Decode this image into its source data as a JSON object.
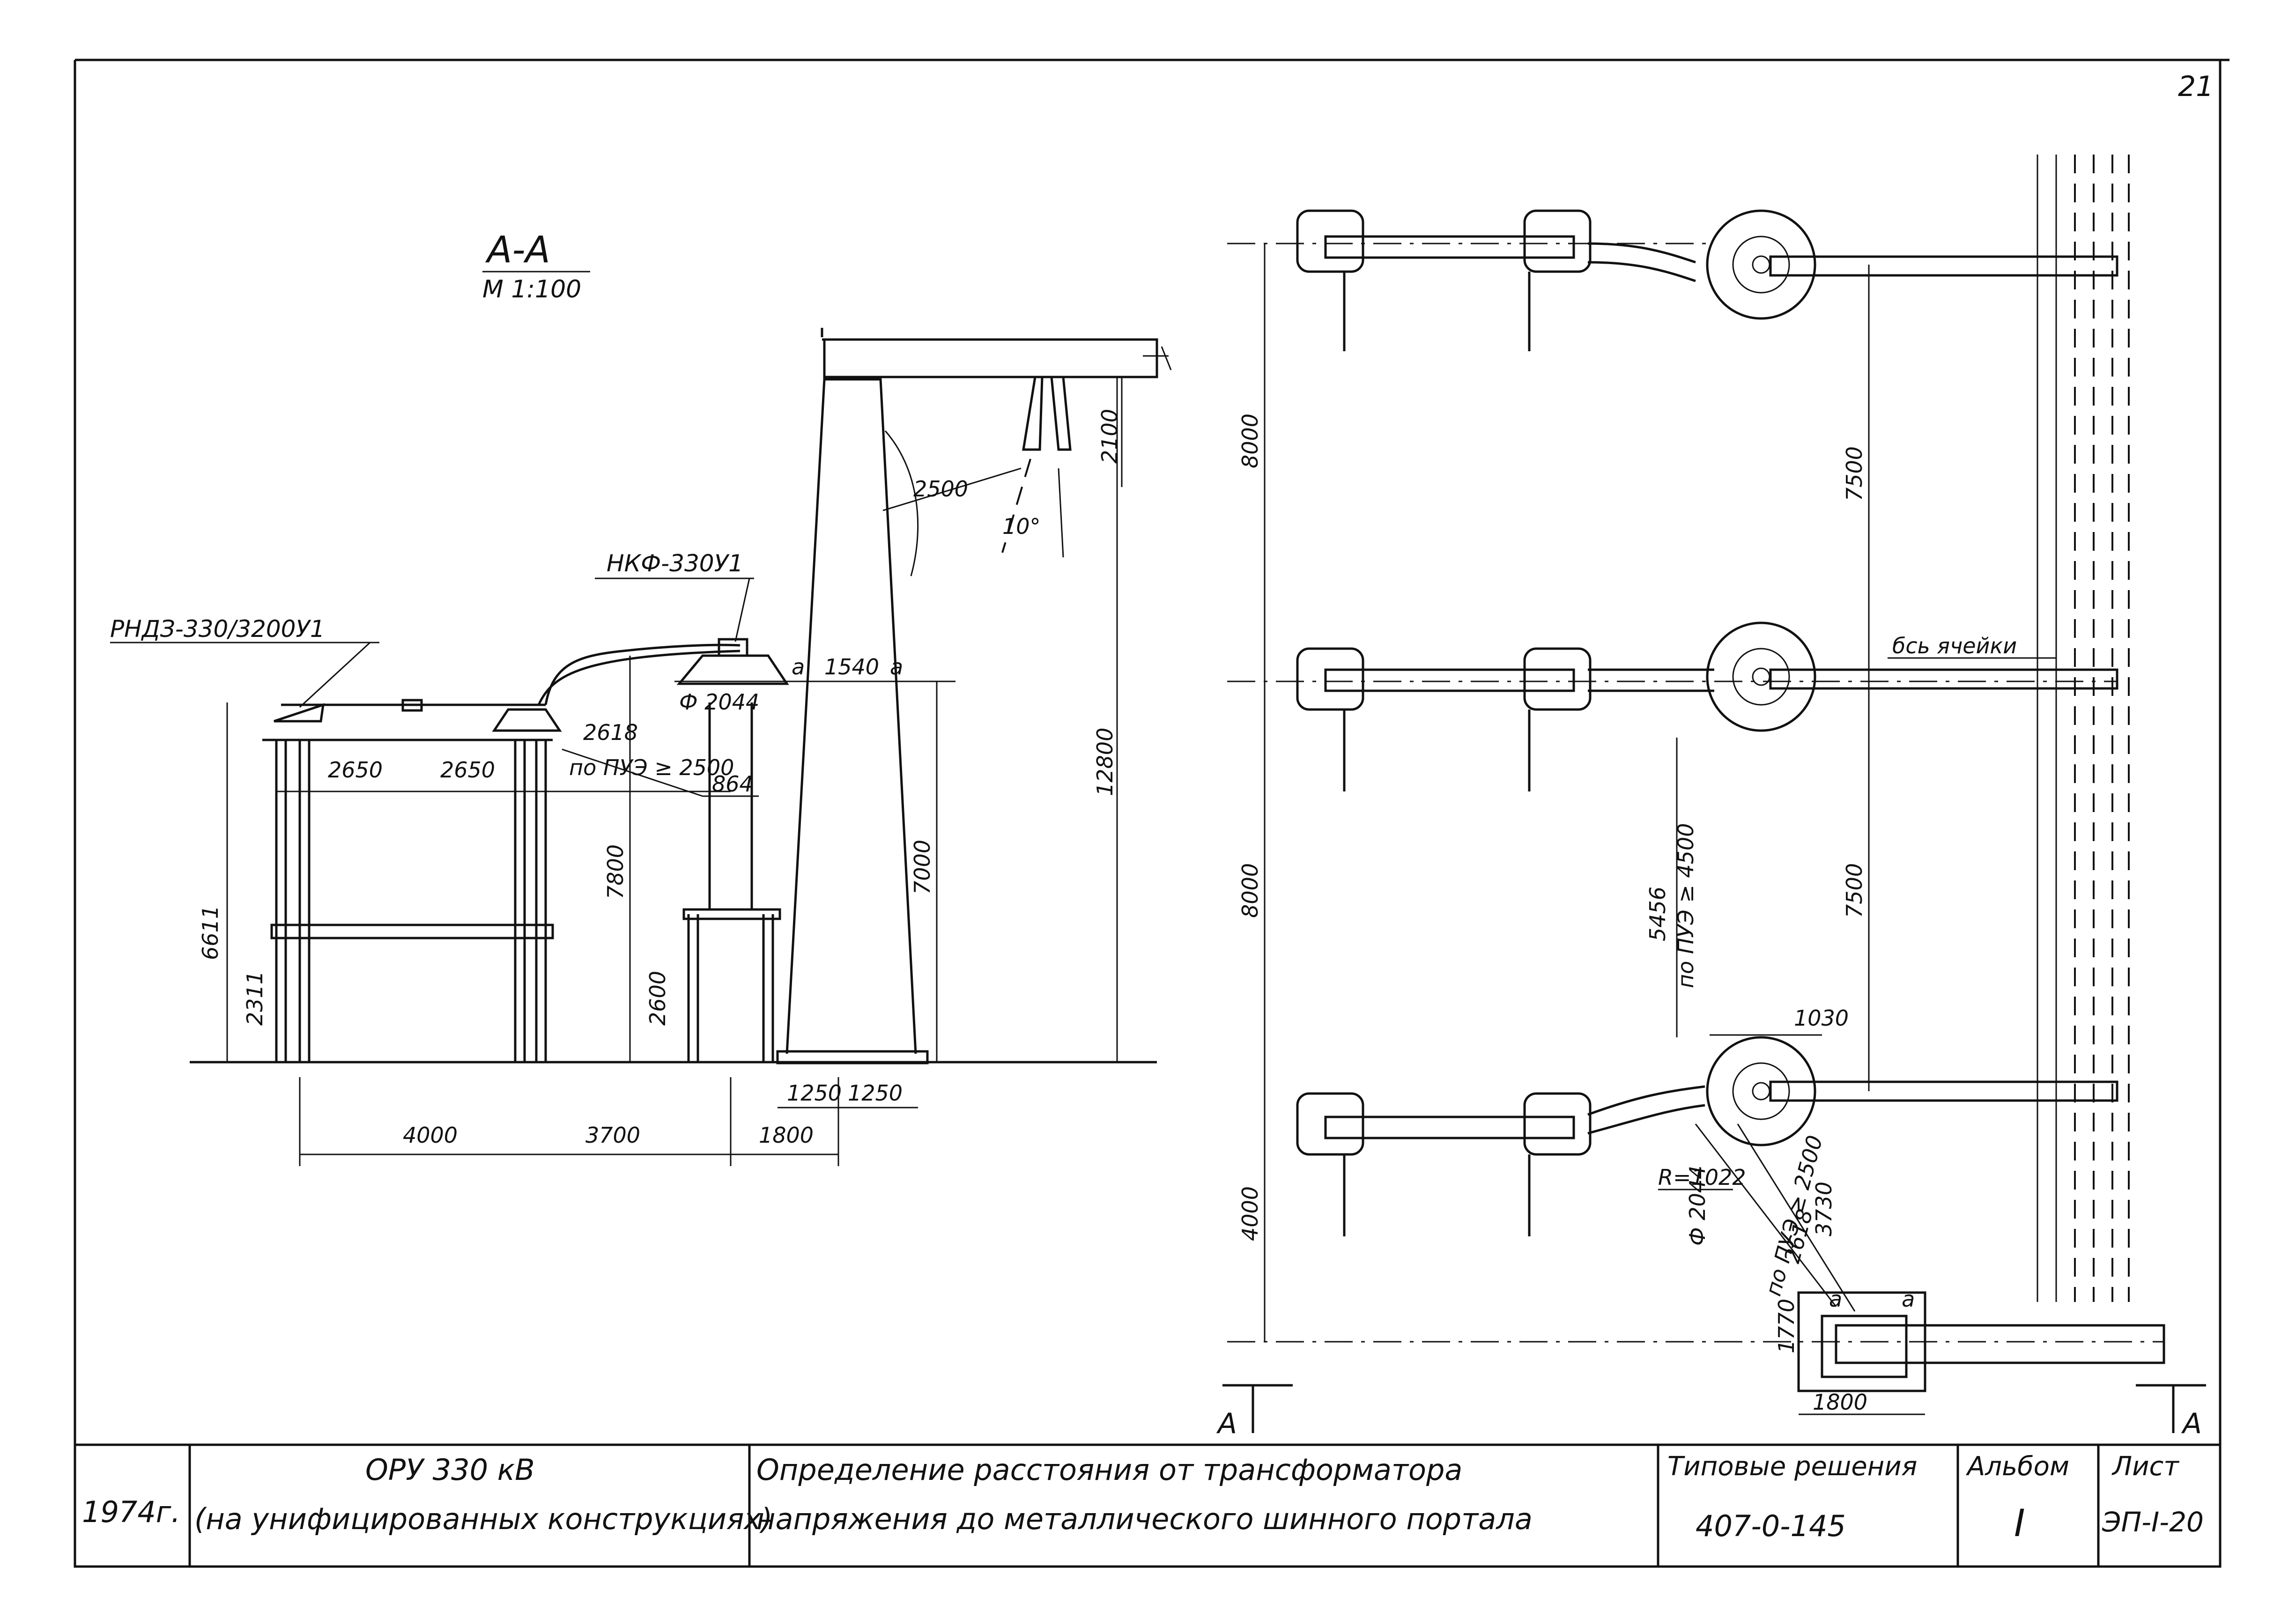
{
  "section": {
    "title": "A-A",
    "scale": "М 1:100"
  },
  "equipment": {
    "disconnector": "РНДЗ-330/3200У1",
    "voltage_transformer": "НКФ-330У1"
  },
  "section_dims": {
    "span_left": "2650",
    "span_right": "2650",
    "pue_clearance": "2618",
    "pue_label": "по ПУЭ ≥ 2500",
    "base_864": "864",
    "phi_2044": "Ф 2044",
    "dist_1540": "1540",
    "mark_a_left": "a",
    "mark_a_right": "a",
    "h_6611": "6611",
    "h_2311": "2311",
    "h_7800": "7800",
    "h_2600": "2600",
    "h_7000": "7000",
    "h_12800": "12800",
    "h_2100": "2100",
    "r_2500": "2500",
    "angle_10": "10°",
    "base_1250_l": "1250",
    "base_1250_r": "1250",
    "d_4000": "4000",
    "d_3700": "3700",
    "d_1800": "1800"
  },
  "plan_dims": {
    "v_8000_top": "8000",
    "v_8000_mid": "8000",
    "v_4000": "4000",
    "v_7500_top": "7500",
    "v_7500_mid": "7500",
    "cell_axis": "бсь ячейки",
    "d_5456": "5456",
    "d_5456_pue": "по ПУЭ ≥ 4500",
    "d_1030": "1030",
    "phi_2044": "Ф 2044",
    "r_1022": "R=1022",
    "d_2500_pue": "по ПУЭ ≥ 2500",
    "d_2618": "2618",
    "d_3730": "3730",
    "d_1770": "1770",
    "d_1800": "1800",
    "mark_a1": "a",
    "mark_a2": "a",
    "section_mark_left": "A",
    "section_mark_right": "A"
  },
  "sheet_number_top": "21",
  "title_block": {
    "year": "1974г.",
    "object_line1": "ОРУ 330 кВ",
    "object_line2": "(на унифицированных конструкциях)",
    "title_line1": "Определение расстояния от трансформатора",
    "title_line2": "напряжения до металлического шинного портала",
    "series_label": "Типовые решения",
    "series_code": "407-0-145",
    "album_label": "Альбом",
    "album_value": "I",
    "sheet_label": "Лист",
    "sheet_value": "ЭП-I-20"
  }
}
